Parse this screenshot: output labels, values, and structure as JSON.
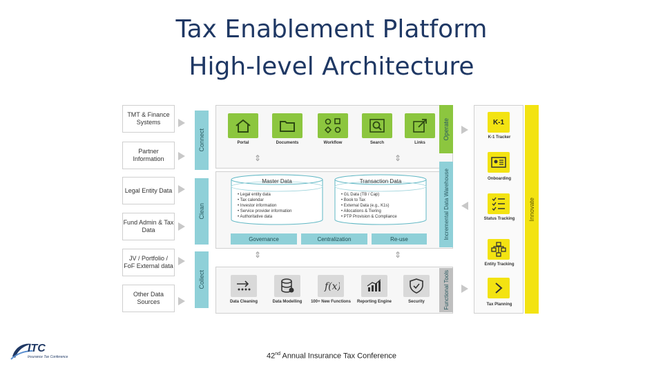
{
  "title": {
    "line1": "Tax Enablement Platform",
    "line2": "High-level Architecture"
  },
  "sources": [
    {
      "label": "TMT & Finance Systems"
    },
    {
      "label": "Partner Information"
    },
    {
      "label": "Legal Entity Data"
    },
    {
      "label": "Fund Admin & Tax Data"
    },
    {
      "label": "JV / Portfolio / FoF External data"
    },
    {
      "label": "Other Data Sources"
    }
  ],
  "stages": {
    "connect": "Connect",
    "clean": "Clean",
    "collect": "Collect"
  },
  "operate": {
    "label": "Operate",
    "tiles": [
      {
        "label": "Portal",
        "icon": "house-icon"
      },
      {
        "label": "Documents",
        "icon": "folder-icon"
      },
      {
        "label": "Workflow",
        "icon": "workflow-icon"
      },
      {
        "label": "Search",
        "icon": "search-icon"
      },
      {
        "label": "Links",
        "icon": "external-link-icon"
      }
    ]
  },
  "warehouse": {
    "label": "Incremental Data Warehouse",
    "master": {
      "title": "Master Data",
      "items": [
        "Legal entity data",
        "Tax calendar",
        "Investor information",
        "Service provider information",
        "Authoritative data"
      ]
    },
    "transaction": {
      "title": "Transaction Data",
      "items": [
        "GL Data (TB / Cap)",
        "Book to Tax",
        "External Data (e.g., K1s)",
        "Allocations & Tiering",
        "PTP Provision & Compliance"
      ]
    },
    "bars": [
      "Governance",
      "Centralization",
      "Re-use"
    ]
  },
  "functional": {
    "label": "Functional Tools",
    "tiles": [
      {
        "label": "Data Cleaning",
        "icon": "arrow-transform-icon"
      },
      {
        "label": "Data Modelling",
        "icon": "database-icon"
      },
      {
        "label": "100+ New Functions",
        "icon": "fx-icon"
      },
      {
        "label": "Reporting Engine",
        "icon": "bar-chart-icon"
      },
      {
        "label": "Security",
        "icon": "shield-icon"
      }
    ]
  },
  "innovate": {
    "label": "Innovate",
    "tiles": [
      {
        "label": "K-1 Tracker",
        "icon": "k1-icon",
        "text": "K-1"
      },
      {
        "label": "Onboarding",
        "icon": "id-card-icon"
      },
      {
        "label": "Status Tracking",
        "icon": "checklist-icon"
      },
      {
        "label": "Entity Tracking",
        "icon": "org-chart-icon"
      },
      {
        "label": "Tax Planning",
        "icon": "chevron-right-icon"
      }
    ]
  },
  "logo": {
    "name": "ITC",
    "tagline": "Insurance Tax Conference"
  },
  "footer": {
    "ordinal": "42",
    "suffix": "nd",
    "text": " Annual Insurance Tax Conference"
  },
  "colors": {
    "title": "#1f3864",
    "stage": "#8fd0d8",
    "tile_green": "#8cc63f",
    "tile_yellow": "#f3e312",
    "side_gray": "#bfbfbf"
  }
}
